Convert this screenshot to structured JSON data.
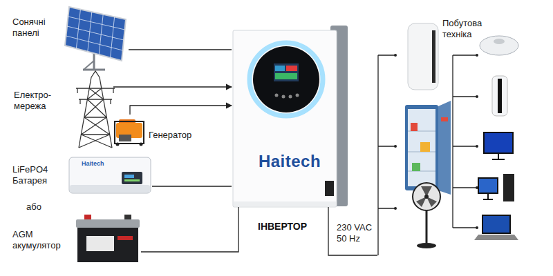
{
  "diagram": {
    "nodes": [
      {
        "text": [
          "Сонячні панелі"
        ]
      },
      {
        "text": [
          "Електро- мережа"
        ]
      },
      {
        "text": [
          "Генератор"
        ]
      },
      {
        "text": [
          "LiFePO4 Батарея"
        ]
      },
      {
        "text": [
          "AGM акумулятор"
        ]
      },
      {
        "text": [
          "Haitech",
          "ІНВЕРТОР"
        ]
      },
      {
        "text": [
          "Побутова техніка"
        ]
      }
    ],
    "edges": [
      {
        "from": 0,
        "to": 5,
        "arrow": "none"
      },
      {
        "from": 1,
        "to": 5,
        "arrow": "to"
      },
      {
        "from": 2,
        "to": 5,
        "arrow": "to"
      },
      {
        "from": 3,
        "to": 5,
        "arrow": "none"
      },
      {
        "from": 4,
        "to": 5,
        "arrow": "none"
      },
      {
        "from": 5,
        "to": 6,
        "label": "230 VAC 50 Hz",
        "arrow": "none"
      }
    ],
    "labels": [
      "або",
      "Haitech"
    ]
  }
}
